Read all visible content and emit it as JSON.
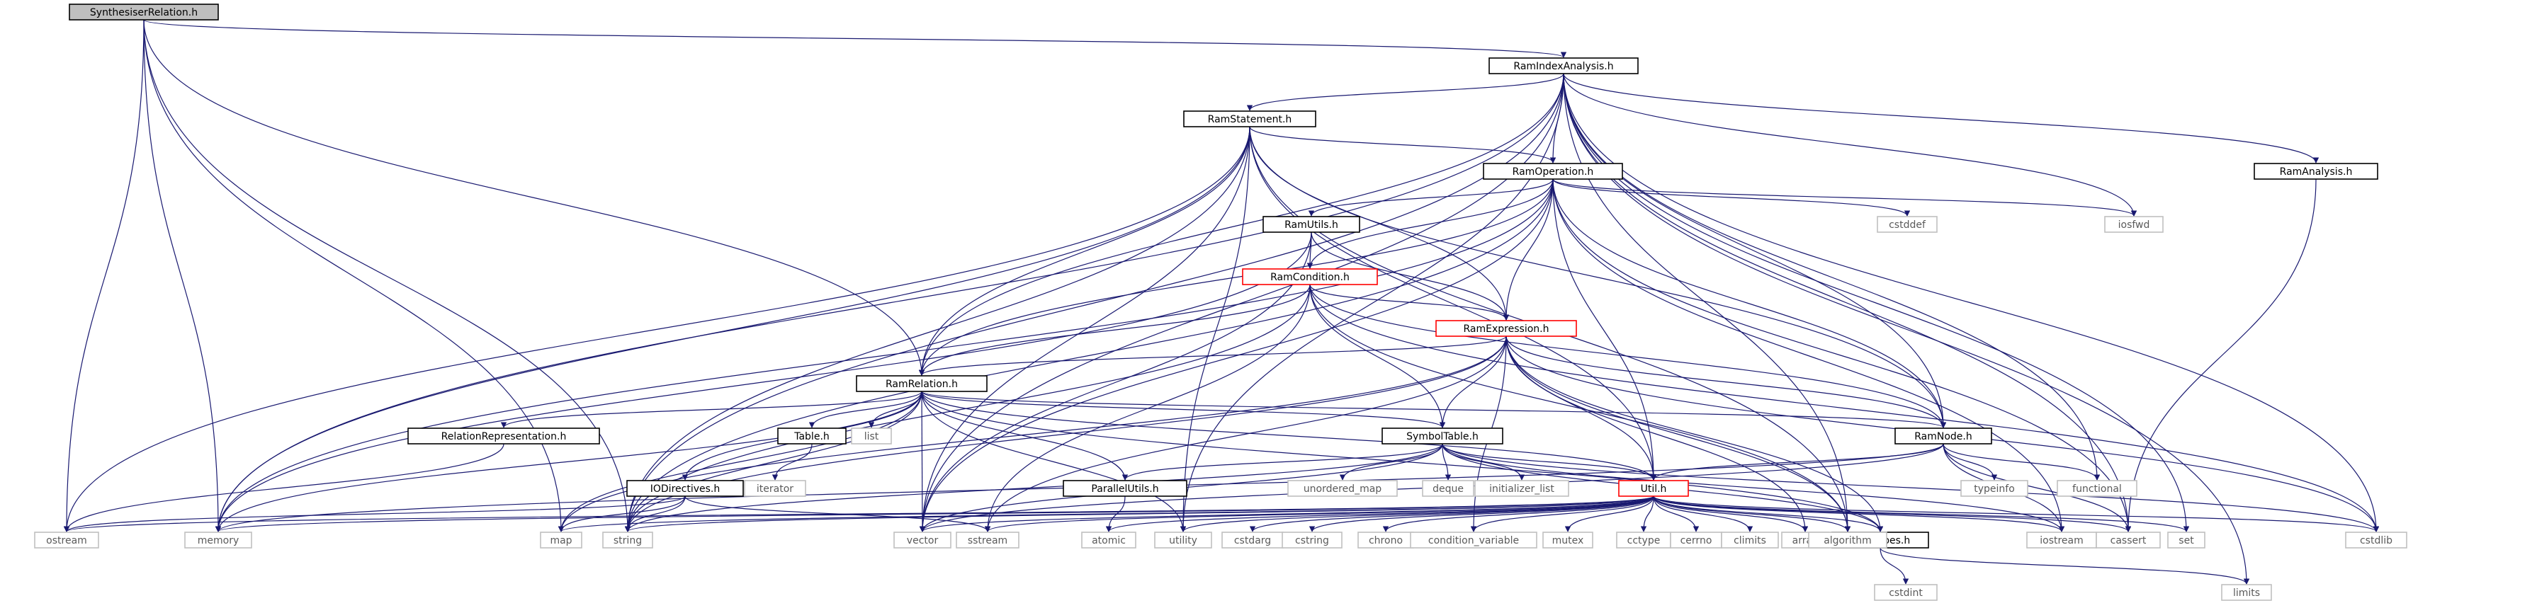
{
  "colors": {
    "root_fill": "#bfbfbf",
    "border_normal": "#000000",
    "border_red": "#ff0000",
    "border_gray": "#bfbfbf",
    "edge": "#191970",
    "text_normal": "#000000",
    "text_gray": "#5a5a5a"
  },
  "nodes": [
    {
      "id": "n_synth",
      "label": "SynthesiserRelation.h",
      "style": "root"
    },
    {
      "id": "n_ramindex",
      "label": "RamIndexAnalysis.h",
      "style": "normal"
    },
    {
      "id": "n_ramstatement",
      "label": "RamStatement.h",
      "style": "normal"
    },
    {
      "id": "n_ramoperation",
      "label": "RamOperation.h",
      "style": "normal"
    },
    {
      "id": "n_ramanalysis",
      "label": "RamAnalysis.h",
      "style": "normal"
    },
    {
      "id": "n_ramutils",
      "label": "RamUtils.h",
      "style": "normal"
    },
    {
      "id": "n_ramcondition",
      "label": "RamCondition.h",
      "style": "red"
    },
    {
      "id": "n_ramexpression",
      "label": "RamExpression.h",
      "style": "red"
    },
    {
      "id": "n_ramrelation",
      "label": "RamRelation.h",
      "style": "normal"
    },
    {
      "id": "n_relrep",
      "label": "RelationRepresentation.h",
      "style": "normal"
    },
    {
      "id": "n_tableh",
      "label": "Table.h",
      "style": "normal"
    },
    {
      "id": "n_symtab",
      "label": "SymbolTable.h",
      "style": "normal"
    },
    {
      "id": "n_ramnode",
      "label": "RamNode.h",
      "style": "normal"
    },
    {
      "id": "n_iodir",
      "label": "IODirectives.h",
      "style": "normal"
    },
    {
      "id": "n_parutils",
      "label": "ParallelUtils.h",
      "style": "normal"
    },
    {
      "id": "n_util",
      "label": "Util.h",
      "style": "red"
    },
    {
      "id": "n_ramtypes",
      "label": "RamTypes.h",
      "style": "normal"
    },
    {
      "id": "n_iosfwd",
      "label": "iosfwd",
      "style": "gray"
    },
    {
      "id": "n_cstddef",
      "label": "cstddef",
      "style": "gray"
    },
    {
      "id": "n_list",
      "label": "list",
      "style": "gray"
    },
    {
      "id": "n_iterator",
      "label": "iterator",
      "style": "gray"
    },
    {
      "id": "n_unordered_map",
      "label": "unordered_map",
      "style": "gray"
    },
    {
      "id": "n_deque",
      "label": "deque",
      "style": "gray"
    },
    {
      "id": "n_init_list",
      "label": "initializer_list",
      "style": "gray"
    },
    {
      "id": "n_typeinfo",
      "label": "typeinfo",
      "style": "gray"
    },
    {
      "id": "n_functional",
      "label": "functional",
      "style": "gray"
    },
    {
      "id": "n_ostream",
      "label": "ostream",
      "style": "gray"
    },
    {
      "id": "n_memory",
      "label": "memory",
      "style": "gray"
    },
    {
      "id": "n_map",
      "label": "map",
      "style": "gray"
    },
    {
      "id": "n_string",
      "label": "string",
      "style": "gray"
    },
    {
      "id": "n_vector",
      "label": "vector",
      "style": "gray"
    },
    {
      "id": "n_sstream",
      "label": "sstream",
      "style": "gray"
    },
    {
      "id": "n_atomic",
      "label": "atomic",
      "style": "gray"
    },
    {
      "id": "n_utility",
      "label": "utility",
      "style": "gray"
    },
    {
      "id": "n_cstdarg",
      "label": "cstdarg",
      "style": "gray"
    },
    {
      "id": "n_cstring",
      "label": "cstring",
      "style": "gray"
    },
    {
      "id": "n_chrono",
      "label": "chrono",
      "style": "gray"
    },
    {
      "id": "n_condvar",
      "label": "condition_variable",
      "style": "gray"
    },
    {
      "id": "n_mutex",
      "label": "mutex",
      "style": "gray"
    },
    {
      "id": "n_cctype",
      "label": "cctype",
      "style": "gray"
    },
    {
      "id": "n_cerrno",
      "label": "cerrno",
      "style": "gray"
    },
    {
      "id": "n_climits",
      "label": "climits",
      "style": "gray"
    },
    {
      "id": "n_array",
      "label": "array",
      "style": "gray"
    },
    {
      "id": "n_algorithm",
      "label": "algorithm",
      "style": "gray"
    },
    {
      "id": "n_iostream",
      "label": "iostream",
      "style": "gray"
    },
    {
      "id": "n_cassert",
      "label": "cassert",
      "style": "gray"
    },
    {
      "id": "n_set",
      "label": "set",
      "style": "gray"
    },
    {
      "id": "n_cstdlib",
      "label": "cstdlib",
      "style": "gray"
    },
    {
      "id": "n_cstdint",
      "label": "cstdint",
      "style": "gray"
    },
    {
      "id": "n_limits",
      "label": "limits",
      "style": "gray"
    }
  ],
  "edges": [
    [
      "n_synth",
      "n_ramindex"
    ],
    [
      "n_synth",
      "n_ramrelation"
    ],
    [
      "n_synth",
      "n_ostream"
    ],
    [
      "n_synth",
      "n_memory"
    ],
    [
      "n_synth",
      "n_string"
    ],
    [
      "n_synth",
      "n_map"
    ],
    [
      "n_ramindex",
      "n_ramstatement"
    ],
    [
      "n_ramindex",
      "n_ramoperation"
    ],
    [
      "n_ramindex",
      "n_ramanalysis"
    ],
    [
      "n_ramindex",
      "n_ramrelation"
    ],
    [
      "n_ramindex",
      "n_ramnode"
    ],
    [
      "n_ramindex",
      "n_iosfwd"
    ],
    [
      "n_ramindex",
      "n_functional"
    ],
    [
      "n_ramindex",
      "n_memory"
    ],
    [
      "n_ramindex",
      "n_string"
    ],
    [
      "n_ramindex",
      "n_vector"
    ],
    [
      "n_ramindex",
      "n_utility"
    ],
    [
      "n_ramindex",
      "n_algorithm"
    ],
    [
      "n_ramindex",
      "n_cassert"
    ],
    [
      "n_ramindex",
      "n_set"
    ],
    [
      "n_ramindex",
      "n_cstdlib"
    ],
    [
      "n_ramindex",
      "n_limits"
    ],
    [
      "n_ramstatement",
      "n_ramoperation"
    ],
    [
      "n_ramstatement",
      "n_ramexpression"
    ],
    [
      "n_ramstatement",
      "n_ramrelation"
    ],
    [
      "n_ramstatement",
      "n_ramnode"
    ],
    [
      "n_ramstatement",
      "n_util"
    ],
    [
      "n_ramstatement",
      "n_ostream"
    ],
    [
      "n_ramstatement",
      "n_memory"
    ],
    [
      "n_ramstatement",
      "n_string"
    ],
    [
      "n_ramstatement",
      "n_vector"
    ],
    [
      "n_ramstatement",
      "n_utility"
    ],
    [
      "n_ramstatement",
      "n_algorithm"
    ],
    [
      "n_ramoperation",
      "n_ramutils"
    ],
    [
      "n_ramoperation",
      "n_ramcondition"
    ],
    [
      "n_ramoperation",
      "n_ramexpression"
    ],
    [
      "n_ramoperation",
      "n_ramrelation"
    ],
    [
      "n_ramoperation",
      "n_ramnode"
    ],
    [
      "n_ramoperation",
      "n_util"
    ],
    [
      "n_ramoperation",
      "n_cstddef"
    ],
    [
      "n_ramoperation",
      "n_iosfwd"
    ],
    [
      "n_ramoperation",
      "n_memory"
    ],
    [
      "n_ramoperation",
      "n_string"
    ],
    [
      "n_ramoperation",
      "n_vector"
    ],
    [
      "n_ramoperation",
      "n_cassert"
    ],
    [
      "n_ramoperation",
      "n_iostream"
    ],
    [
      "n_ramanalysis",
      "n_cassert"
    ],
    [
      "n_ramutils",
      "n_ramcondition"
    ],
    [
      "n_ramutils",
      "n_ramexpression"
    ],
    [
      "n_ramutils",
      "n_memory"
    ],
    [
      "n_ramutils",
      "n_vector"
    ],
    [
      "n_ramcondition",
      "n_ramexpression"
    ],
    [
      "n_ramcondition",
      "n_ramrelation"
    ],
    [
      "n_ramcondition",
      "n_ramnode"
    ],
    [
      "n_ramcondition",
      "n_symtab"
    ],
    [
      "n_ramcondition",
      "n_algorithm"
    ],
    [
      "n_ramcondition",
      "n_string"
    ],
    [
      "n_ramcondition",
      "n_sstream"
    ],
    [
      "n_ramcondition",
      "n_cstdlib"
    ],
    [
      "n_ramexpression",
      "n_ramrelation"
    ],
    [
      "n_ramexpression",
      "n_ramnode"
    ],
    [
      "n_ramexpression",
      "n_symtab"
    ],
    [
      "n_ramexpression",
      "n_util"
    ],
    [
      "n_ramexpression",
      "n_ramtypes"
    ],
    [
      "n_ramexpression",
      "n_array"
    ],
    [
      "n_ramexpression",
      "n_algorithm"
    ],
    [
      "n_ramexpression",
      "n_sstream"
    ],
    [
      "n_ramexpression",
      "n_cstdlib"
    ],
    [
      "n_ramexpression",
      "n_condvar"
    ],
    [
      "n_ramexpression",
      "n_string"
    ],
    [
      "n_ramexpression",
      "n_map"
    ],
    [
      "n_ramrelation",
      "n_relrep"
    ],
    [
      "n_ramrelation",
      "n_tableh"
    ],
    [
      "n_ramrelation",
      "n_list"
    ],
    [
      "n_ramrelation",
      "n_symtab"
    ],
    [
      "n_ramrelation",
      "n_ramnode"
    ],
    [
      "n_ramrelation",
      "n_iodir"
    ],
    [
      "n_ramrelation",
      "n_parutils"
    ],
    [
      "n_ramrelation",
      "n_util"
    ],
    [
      "n_ramrelation",
      "n_ramtypes"
    ],
    [
      "n_ramrelation",
      "n_memory"
    ],
    [
      "n_ramrelation",
      "n_string"
    ],
    [
      "n_ramrelation",
      "n_vector"
    ],
    [
      "n_ramrelation",
      "n_utility"
    ],
    [
      "n_ramrelation",
      "n_map"
    ],
    [
      "n_relrep",
      "n_ostream"
    ],
    [
      "n_tableh",
      "n_iterator"
    ],
    [
      "n_symtab",
      "n_unordered_map"
    ],
    [
      "n_symtab",
      "n_deque"
    ],
    [
      "n_symtab",
      "n_init_list"
    ],
    [
      "n_symtab",
      "n_util"
    ],
    [
      "n_symtab",
      "n_parutils"
    ],
    [
      "n_symtab",
      "n_ramtypes"
    ],
    [
      "n_symtab",
      "n_iostream"
    ],
    [
      "n_symtab",
      "n_cstdlib"
    ],
    [
      "n_symtab",
      "n_string"
    ],
    [
      "n_symtab",
      "n_vector"
    ],
    [
      "n_ramnode",
      "n_typeinfo"
    ],
    [
      "n_ramnode",
      "n_functional"
    ],
    [
      "n_ramnode",
      "n_util"
    ],
    [
      "n_ramnode",
      "n_cassert"
    ],
    [
      "n_ramnode",
      "n_iostream"
    ],
    [
      "n_ramnode",
      "n_memory"
    ],
    [
      "n_ramnode",
      "n_vector"
    ],
    [
      "n_iodir",
      "n_map"
    ],
    [
      "n_iodir",
      "n_string"
    ],
    [
      "n_iodir",
      "n_sstream"
    ],
    [
      "n_iodir",
      "n_ostream"
    ],
    [
      "n_parutils",
      "n_atomic"
    ],
    [
      "n_util",
      "n_ramtypes"
    ],
    [
      "n_util",
      "n_ostream"
    ],
    [
      "n_util",
      "n_memory"
    ],
    [
      "n_util",
      "n_map"
    ],
    [
      "n_util",
      "n_string"
    ],
    [
      "n_util",
      "n_vector"
    ],
    [
      "n_util",
      "n_sstream"
    ],
    [
      "n_util",
      "n_atomic"
    ],
    [
      "n_util",
      "n_utility"
    ],
    [
      "n_util",
      "n_cstdarg"
    ],
    [
      "n_util",
      "n_cstring"
    ],
    [
      "n_util",
      "n_chrono"
    ],
    [
      "n_util",
      "n_condvar"
    ],
    [
      "n_util",
      "n_mutex"
    ],
    [
      "n_util",
      "n_cctype"
    ],
    [
      "n_util",
      "n_cerrno"
    ],
    [
      "n_util",
      "n_climits"
    ],
    [
      "n_util",
      "n_array"
    ],
    [
      "n_util",
      "n_algorithm"
    ],
    [
      "n_util",
      "n_iostream"
    ],
    [
      "n_util",
      "n_cassert"
    ],
    [
      "n_util",
      "n_set"
    ],
    [
      "n_util",
      "n_cstdlib"
    ],
    [
      "n_ramtypes",
      "n_cstdint"
    ],
    [
      "n_ramtypes",
      "n_limits"
    ]
  ]
}
